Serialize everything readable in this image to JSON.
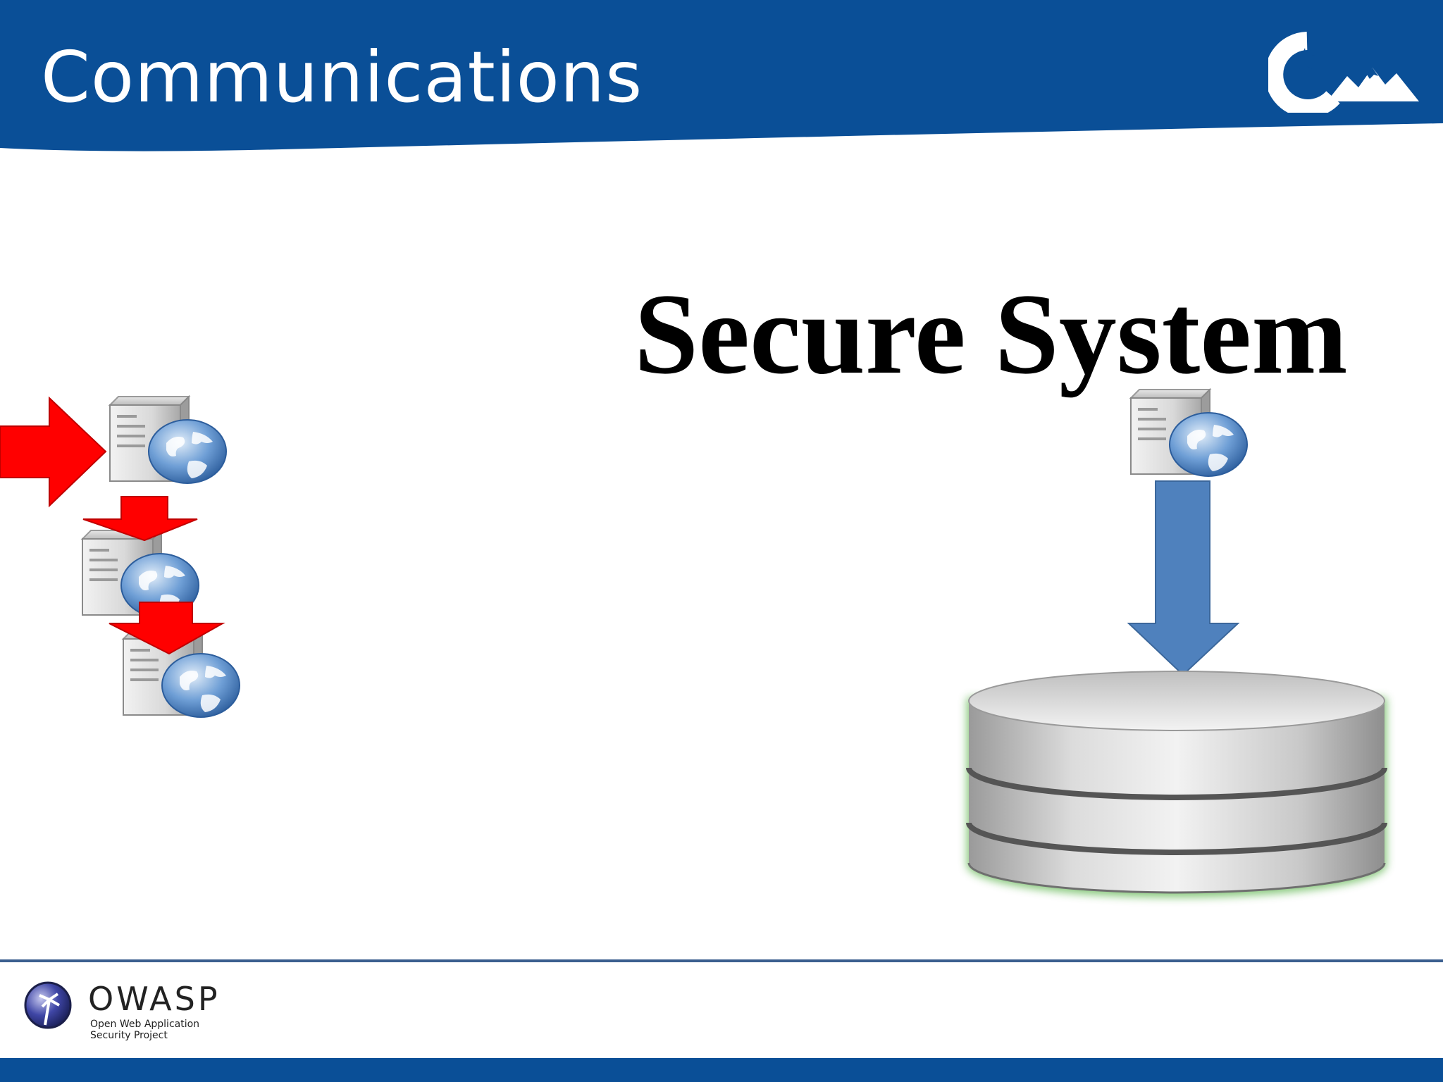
{
  "slide": {
    "title": "Communications",
    "heading": "Secure System"
  },
  "footer": {
    "org_name": "OWASP",
    "tagline_line1": "Open Web Application",
    "tagline_line2": "Security Project"
  },
  "icons": {
    "header_logo": "mountain-logo-icon",
    "server": "web-server-icon",
    "database": "database-icon",
    "attack_arrow": "red-arrow-icon",
    "secure_arrow": "blue-arrow-icon",
    "footer_logo": "owasp-logo-icon"
  },
  "colors": {
    "header_blue": "#0a4f97",
    "attack_red": "#ff0000",
    "secure_blue": "#4f81bd",
    "database_glow": "#7cc26e"
  }
}
